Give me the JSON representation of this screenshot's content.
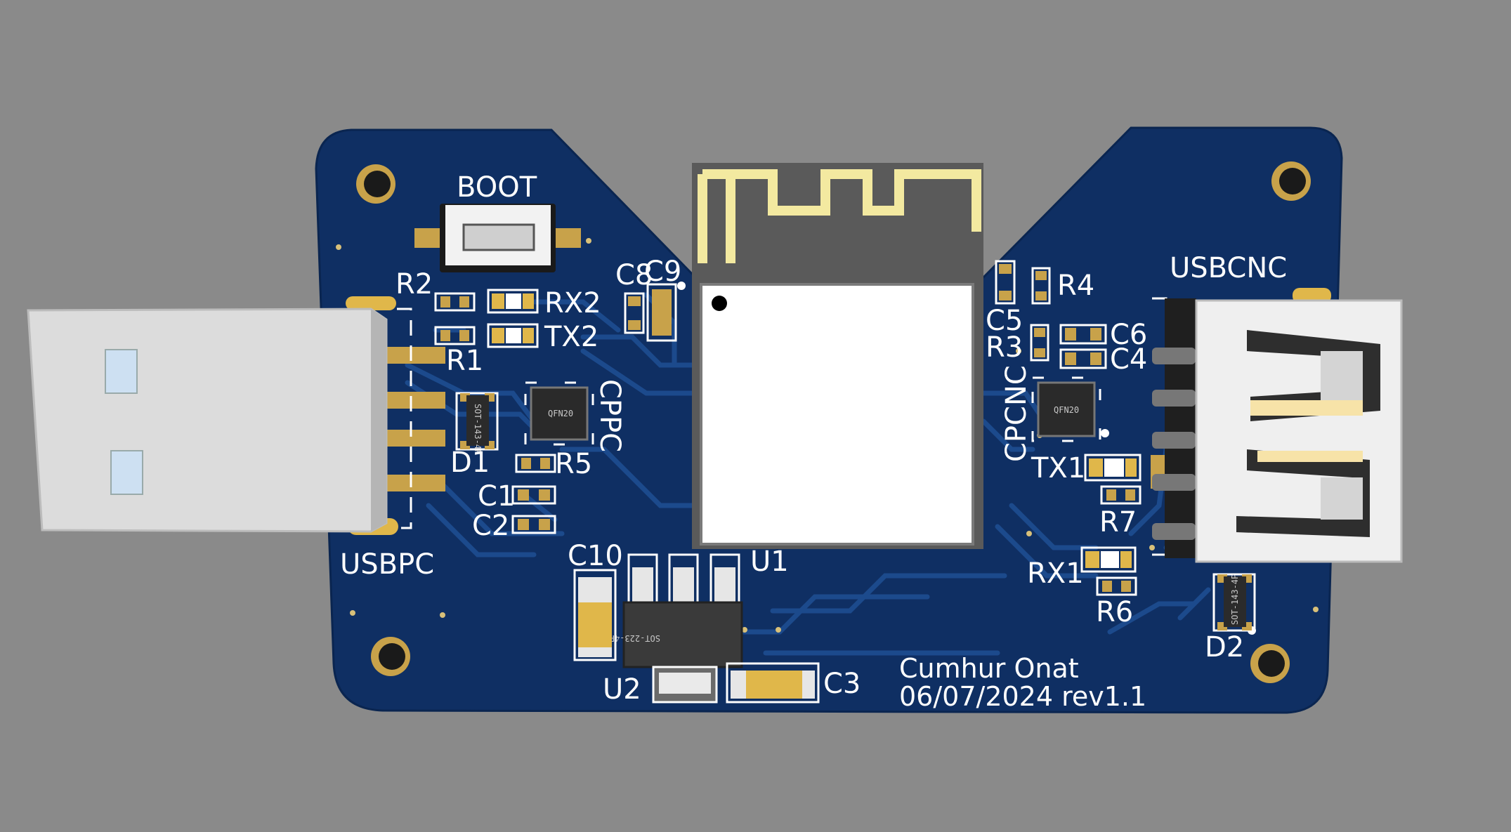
{
  "board": {
    "colors": {
      "background": "#8a8a8a",
      "substrate": "#0f2f63",
      "silkscreen": "#ffffff",
      "copper_pad": "#c8a24a",
      "gold_pad": "#e0b74a",
      "usb_metal": "#d9d9d9"
    },
    "labels": {
      "boot": "BOOT",
      "r2": "R2",
      "rx2": "RX2",
      "tx2": "TX2",
      "r1": "R1",
      "d1": "D1",
      "cppc": "CPPC",
      "r5": "R5",
      "c1": "C1",
      "c2": "C2",
      "c8": "C8",
      "c9": "C9",
      "usbpc": "USBPC",
      "c10": "C10",
      "u1": "U1",
      "u2": "U2",
      "c3": "C3",
      "r4": "R4",
      "c5": "C5",
      "r3": "R3",
      "c6": "C6",
      "c4": "C4",
      "cpcnc": "CPCNC",
      "tx1": "TX1",
      "r7": "R7",
      "rx1": "RX1",
      "r6": "R6",
      "d2": "D2",
      "usbcnc": "USBCNC"
    },
    "chip_marks": {
      "u2": "SOT-223-4P",
      "d1": "SOT-143-4P",
      "d2": "SOT-143-4P",
      "qfn_pc": "QFN20",
      "qfn_cnc": "QFN20"
    },
    "author": "Cumhur Onat",
    "date_rev": "06/07/2024 rev1.1"
  }
}
